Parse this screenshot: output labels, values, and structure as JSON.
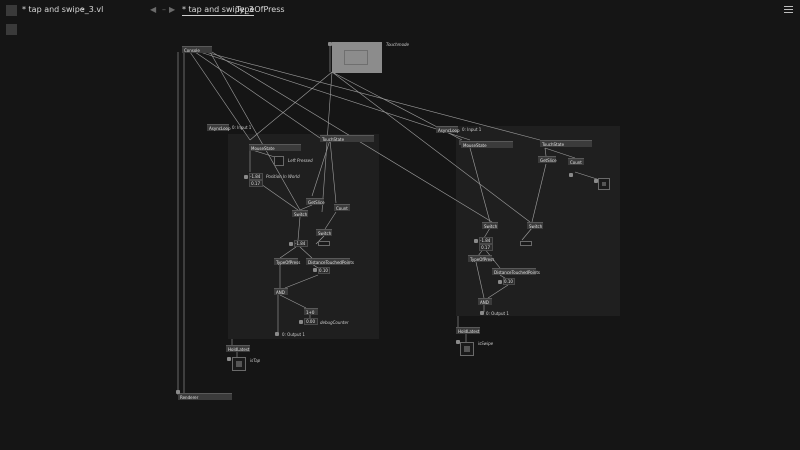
{
  "titlebar": {
    "doc_tab": "* tap and swipe_3.vl",
    "doc_chevron": "⌄",
    "nav_back": "◀",
    "nav_sep": "–",
    "nav_forward": "▶",
    "patch_tab": "* tap and swipe_3",
    "patch_tab2": "TypeOfPress",
    "menu_icon": "hamburger-icon"
  },
  "nodes": {
    "console": "Console",
    "renderer": "Renderer",
    "touchmode": "Touchmode",
    "asyncloop1": "AsyncLoop",
    "input1": "0: Input 1",
    "mousestate1": "MouseState",
    "touchstate1": "TouchState",
    "left_pressed": "Left Pressed",
    "position_world": "Position In World",
    "pos_x1": "-1.84",
    "pos_y1": "0.17",
    "getslice1": "GetSlice",
    "count1": "Count",
    "switch1a": "Switch",
    "switch1b": "Switch",
    "val1": "-1.84",
    "typeofpress1": "TypeOfPress",
    "distance1": "DistanceTouchedPoints",
    "dist_val1": "0.10",
    "and1": "AND",
    "counter1": "1+0",
    "debug_val": "0.00",
    "debug_label": "debugCounter",
    "output1": "0: Output 1",
    "holdlatest1": "HoldLatest",
    "istap": "isTap",
    "asyncloop2": "AsyncLoop",
    "input2": "0: Input 1",
    "mousestate2": "MouseState",
    "touchstate2": "TouchState",
    "getslice2": "GetSlice",
    "count2": "Count",
    "switch2a": "Switch",
    "switch2b": "Switch",
    "pos_x2": "-1.84",
    "pos_y2": "0.17",
    "typeofpress2": "TypeOfPress",
    "distance2": "DistanceTouchedPoints",
    "dist_val2": "0.10",
    "and2": "AND",
    "output2": "0: Output 1",
    "holdlatest2": "HoldLatest",
    "isswipe": "isSwipe"
  }
}
